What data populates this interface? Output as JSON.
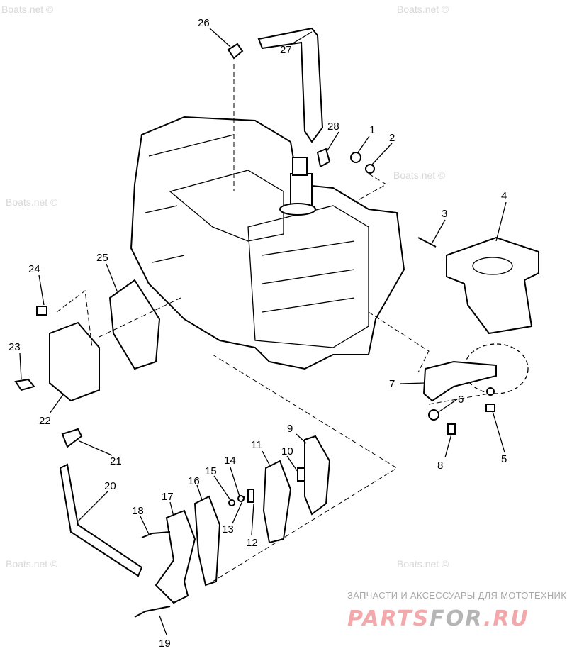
{
  "diagram": {
    "part_labels": [
      "1",
      "2",
      "3",
      "4",
      "5",
      "6",
      "7",
      "8",
      "9",
      "10",
      "11",
      "12",
      "13",
      "14",
      "15",
      "16",
      "17",
      "18",
      "19",
      "20",
      "21",
      "22",
      "23",
      "24",
      "25",
      "26",
      "27",
      "28"
    ],
    "watermark": "Boats.net ©"
  },
  "branding": {
    "subtitle": "ЗАПЧАСТИ И АКСЕССУАРЫ ДЛЯ МОТОТЕХНИКИ",
    "logo_part1": "PARTS",
    "logo_part2": "FOR",
    "logo_part3": ".RU",
    "colors": {
      "pink": "#f3a9ab",
      "gray": "#b5b5b5"
    }
  }
}
